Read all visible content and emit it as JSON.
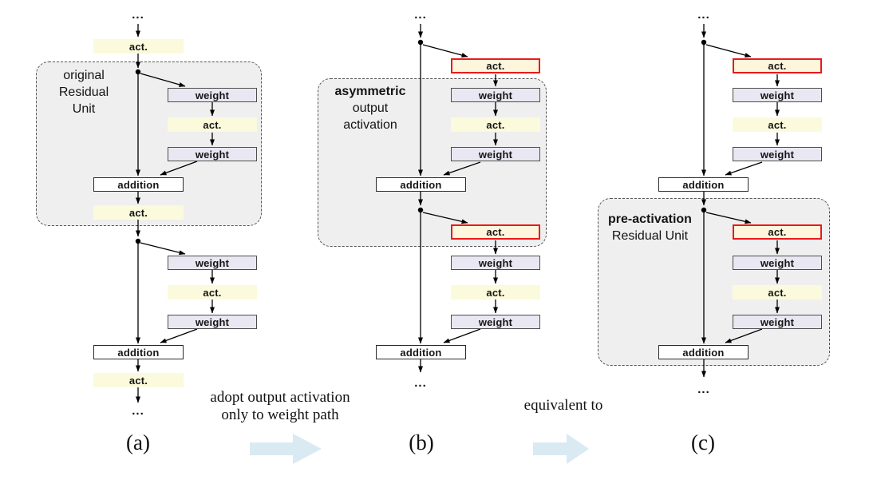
{
  "diagram": {
    "labels": {
      "act": "act.",
      "weight": "weight",
      "addition": "addition"
    },
    "dots": "...",
    "subfigure_captions": {
      "a": "(a)",
      "b": "(b)",
      "c": "(c)"
    },
    "regions": {
      "a": {
        "line1": "original",
        "line2": "Residual",
        "line3": "Unit"
      },
      "b": {
        "line1": "asymmetric",
        "line2": "output",
        "line3": "activation"
      },
      "c": {
        "line1": "pre-activation",
        "line2": "Residual Unit"
      }
    },
    "annotations": {
      "between_a_b_line1": "adopt output activation",
      "between_a_b_line2": "only to weight path",
      "between_b_c": "equivalent to"
    },
    "colors": {
      "act_fill": "#FBFADC",
      "act_red_fill": "#FDF6DC",
      "act_red_border": "#E81A1A",
      "weight_fill": "#E9E8F2",
      "weight_border": "#4D4D4D",
      "addition_fill": "#FFFFFF",
      "addition_border": "#2B2B2B",
      "region_fill": "#EFEFF0",
      "region_border": "#555555",
      "connector": "#000000",
      "transform_arrow_fill": "#D9EAF3"
    },
    "diagram_data": {
      "type": "flowchart",
      "columns": [
        {
          "caption": "(a)",
          "region_label": "original Residual Unit",
          "region_contents": "branch, weight, act., weight, addition, act.",
          "node_sequence": [
            "...",
            "act.",
            "branch",
            "weight",
            "act.",
            "weight",
            "addition",
            "act.",
            "branch",
            "weight",
            "act.",
            "weight",
            "addition",
            "act.",
            "..."
          ],
          "red_highlighted_nodes": []
        },
        {
          "caption": "(b)",
          "region_label": "asymmetric output activation",
          "region_contents": "weight, act., weight, addition, branch, act.(red)",
          "node_sequence": [
            "...",
            "branch",
            "act.",
            "weight",
            "act.",
            "weight",
            "addition",
            "branch",
            "act.",
            "weight",
            "act.",
            "weight",
            "addition",
            "..."
          ],
          "red_highlighted_nodes": [
            "act. on weight path (top)",
            "act. on weight path (after addition)"
          ]
        },
        {
          "caption": "(c)",
          "region_label": "pre-activation Residual Unit",
          "region_contents": "branch, act.(red), weight, act., weight, addition",
          "node_sequence": [
            "...",
            "branch",
            "act.",
            "weight",
            "act.",
            "weight",
            "addition",
            "branch",
            "act.",
            "weight",
            "act.",
            "weight",
            "addition",
            "..."
          ],
          "red_highlighted_nodes": [
            "act. on weight path (top)",
            "act. on weight path (after addition)"
          ]
        }
      ]
    }
  }
}
